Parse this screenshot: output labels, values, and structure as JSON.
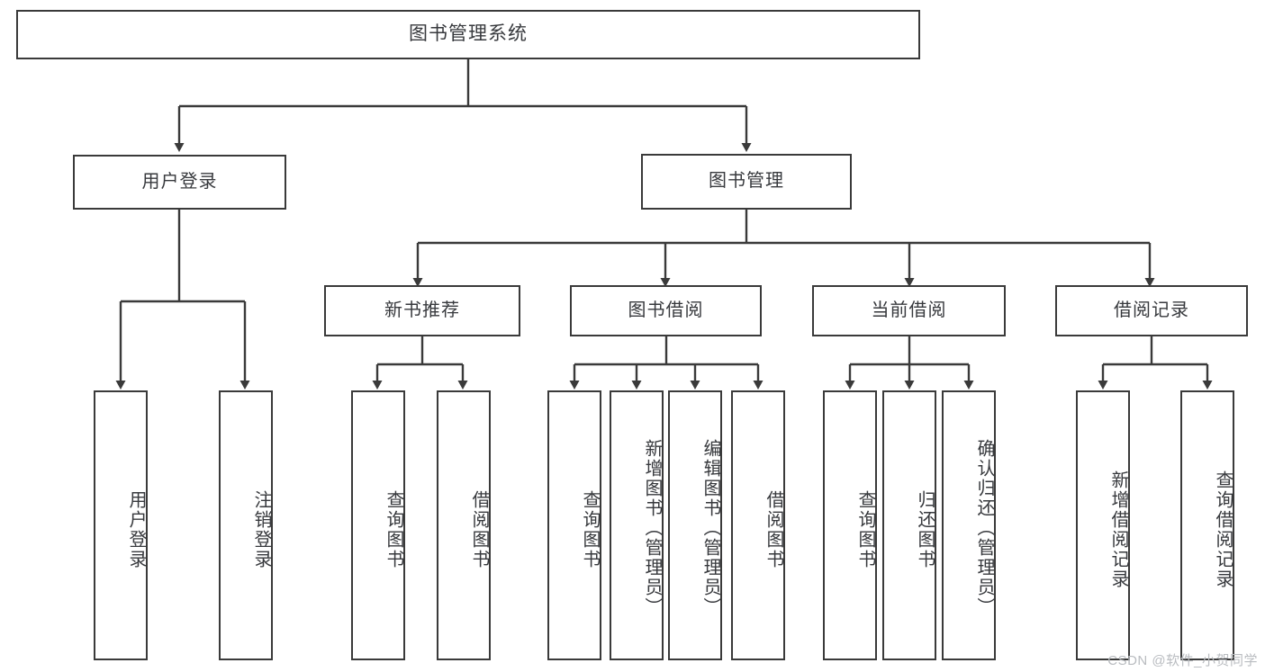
{
  "diagram": {
    "title": "图书管理系统",
    "watermark": "CSDN @软件_小贺同学",
    "root": {
      "label": "图书管理系统"
    },
    "level1": [
      {
        "label": "用户登录"
      },
      {
        "label": "图书管理"
      }
    ],
    "level2": [
      {
        "label": "新书推荐"
      },
      {
        "label": "图书借阅"
      },
      {
        "label": "当前借阅"
      },
      {
        "label": "借阅记录"
      }
    ],
    "leaves": {
      "user_login": [
        {
          "label": "用户登录"
        },
        {
          "label": "注销登录"
        }
      ],
      "new_book_recommend": [
        {
          "label": "查询图书"
        },
        {
          "label": "借阅图书"
        }
      ],
      "book_borrow": [
        {
          "label": "查询图书"
        },
        {
          "label": "新增图书（管理员）"
        },
        {
          "label": "编辑图书（管理员）"
        },
        {
          "label": "借阅图书"
        }
      ],
      "current_borrow": [
        {
          "label": "查询图书"
        },
        {
          "label": "归还图书"
        },
        {
          "label": "确认归还（管理员）"
        }
      ],
      "borrow_record": [
        {
          "label": "新增借阅记录"
        },
        {
          "label": "查询借阅记录"
        }
      ]
    },
    "colors": {
      "stroke": "#3a3a3a",
      "text": "#37393d",
      "background": "#ffffff",
      "watermark": "#b9bcc0"
    }
  }
}
